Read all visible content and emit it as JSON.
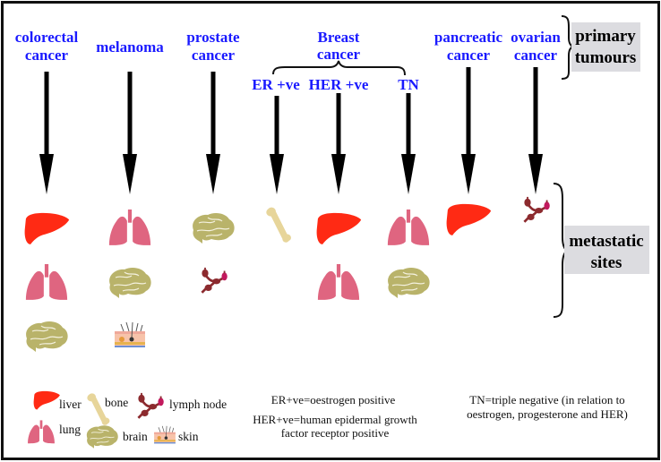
{
  "diagram": {
    "title": "Primary tumours and their common metastatic sites",
    "primary_label": [
      "primary",
      "tumours"
    ],
    "metastatic_label": [
      "metastatic",
      "sites"
    ],
    "breast_group_label": [
      "Breast",
      "cancer"
    ],
    "cancers": [
      {
        "id": "colorectal",
        "label": [
          "colorectal",
          "cancer"
        ],
        "sites": [
          "liver",
          "lung",
          "brain"
        ]
      },
      {
        "id": "melanoma",
        "label": [
          "melanoma"
        ],
        "sites": [
          "lung",
          "brain",
          "skin"
        ]
      },
      {
        "id": "prostate",
        "label": [
          "prostate",
          "cancer"
        ],
        "sites": [
          "brain",
          "lymph node"
        ]
      },
      {
        "id": "breast-er",
        "label": [
          "ER +ve"
        ],
        "group": "breast",
        "sites": [
          "bone"
        ]
      },
      {
        "id": "breast-her",
        "label": [
          "HER +ve"
        ],
        "group": "breast",
        "sites": [
          "liver",
          "lung"
        ]
      },
      {
        "id": "breast-tn",
        "label": [
          "TN"
        ],
        "group": "breast",
        "sites": [
          "lung",
          "brain"
        ]
      },
      {
        "id": "pancreatic",
        "label": [
          "pancreatic",
          "cancer"
        ],
        "sites": [
          "liver"
        ]
      },
      {
        "id": "ovarian",
        "label": [
          "ovarian",
          "cancer"
        ],
        "sites": [
          "lymph node"
        ]
      }
    ],
    "legend": [
      {
        "icon": "liver",
        "label": "liver"
      },
      {
        "icon": "bone",
        "label": "bone"
      },
      {
        "icon": "lymph node",
        "label": "lymph node"
      },
      {
        "icon": "lung",
        "label": "lung"
      },
      {
        "icon": "brain",
        "label": "brain"
      },
      {
        "icon": "skin",
        "label": "skin"
      }
    ],
    "notes": {
      "er": "ER+ve=oestrogen positive",
      "her": [
        "HER+ve=human epidermal growth",
        "factor receptor positive"
      ],
      "tn": [
        "TN=triple negative (in relation to",
        "oestrogen, progesterone and  HER)"
      ]
    },
    "colors": {
      "label_blue": "#1a1aff",
      "liver": "#ff2a14",
      "lung": "#df6580",
      "brain": "#b9b36a",
      "bone": "#e7d59a",
      "lymph": "#8c2a2e",
      "lymph_accent": "#c2195d",
      "label_box": "#dcdce0"
    }
  }
}
